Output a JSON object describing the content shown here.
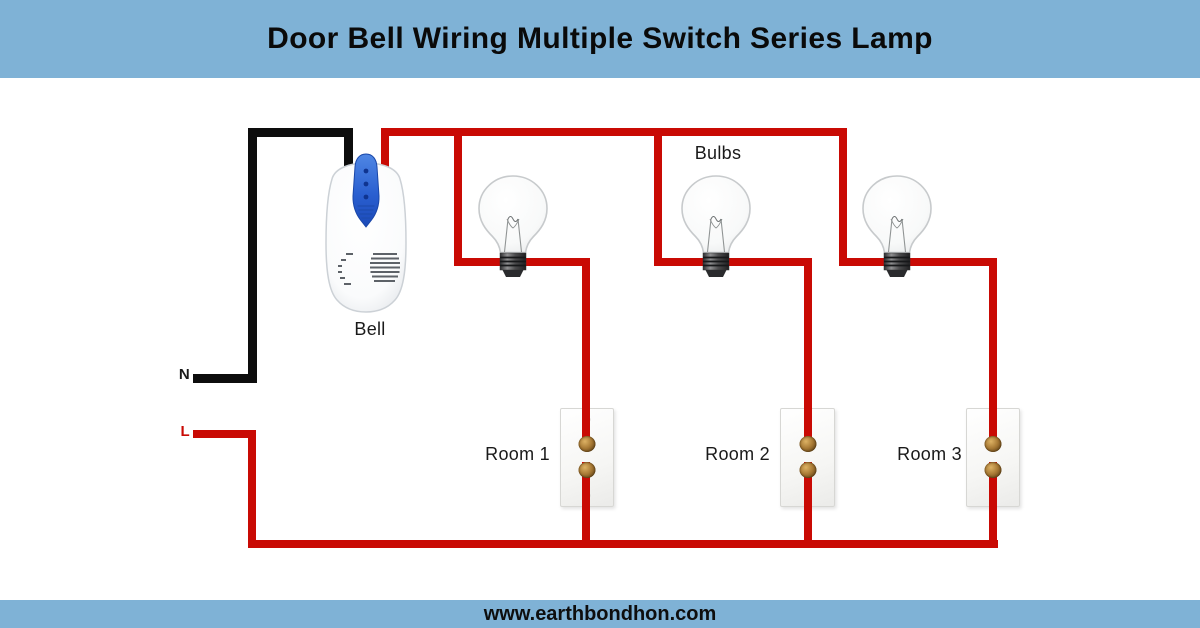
{
  "title": "Door Bell Wiring Multiple Switch Series Lamp",
  "footer": {
    "website": "www.earthbondhon.com"
  },
  "colors": {
    "band_blue": "#7fb2d6",
    "live_red": "#c90a04",
    "neutral_black": "#0d0d0d",
    "bell_blue": "#2a5fd0",
    "brass": "#a87a35",
    "canvas_white": "#ffffff"
  },
  "diagram": {
    "bell_label": "Bell",
    "bulbs_label": "Bulbs",
    "neutral_label": "N",
    "live_label": "L",
    "switches": [
      {
        "label": "Room 1"
      },
      {
        "label": "Room 2"
      },
      {
        "label": "Room 3"
      }
    ]
  }
}
